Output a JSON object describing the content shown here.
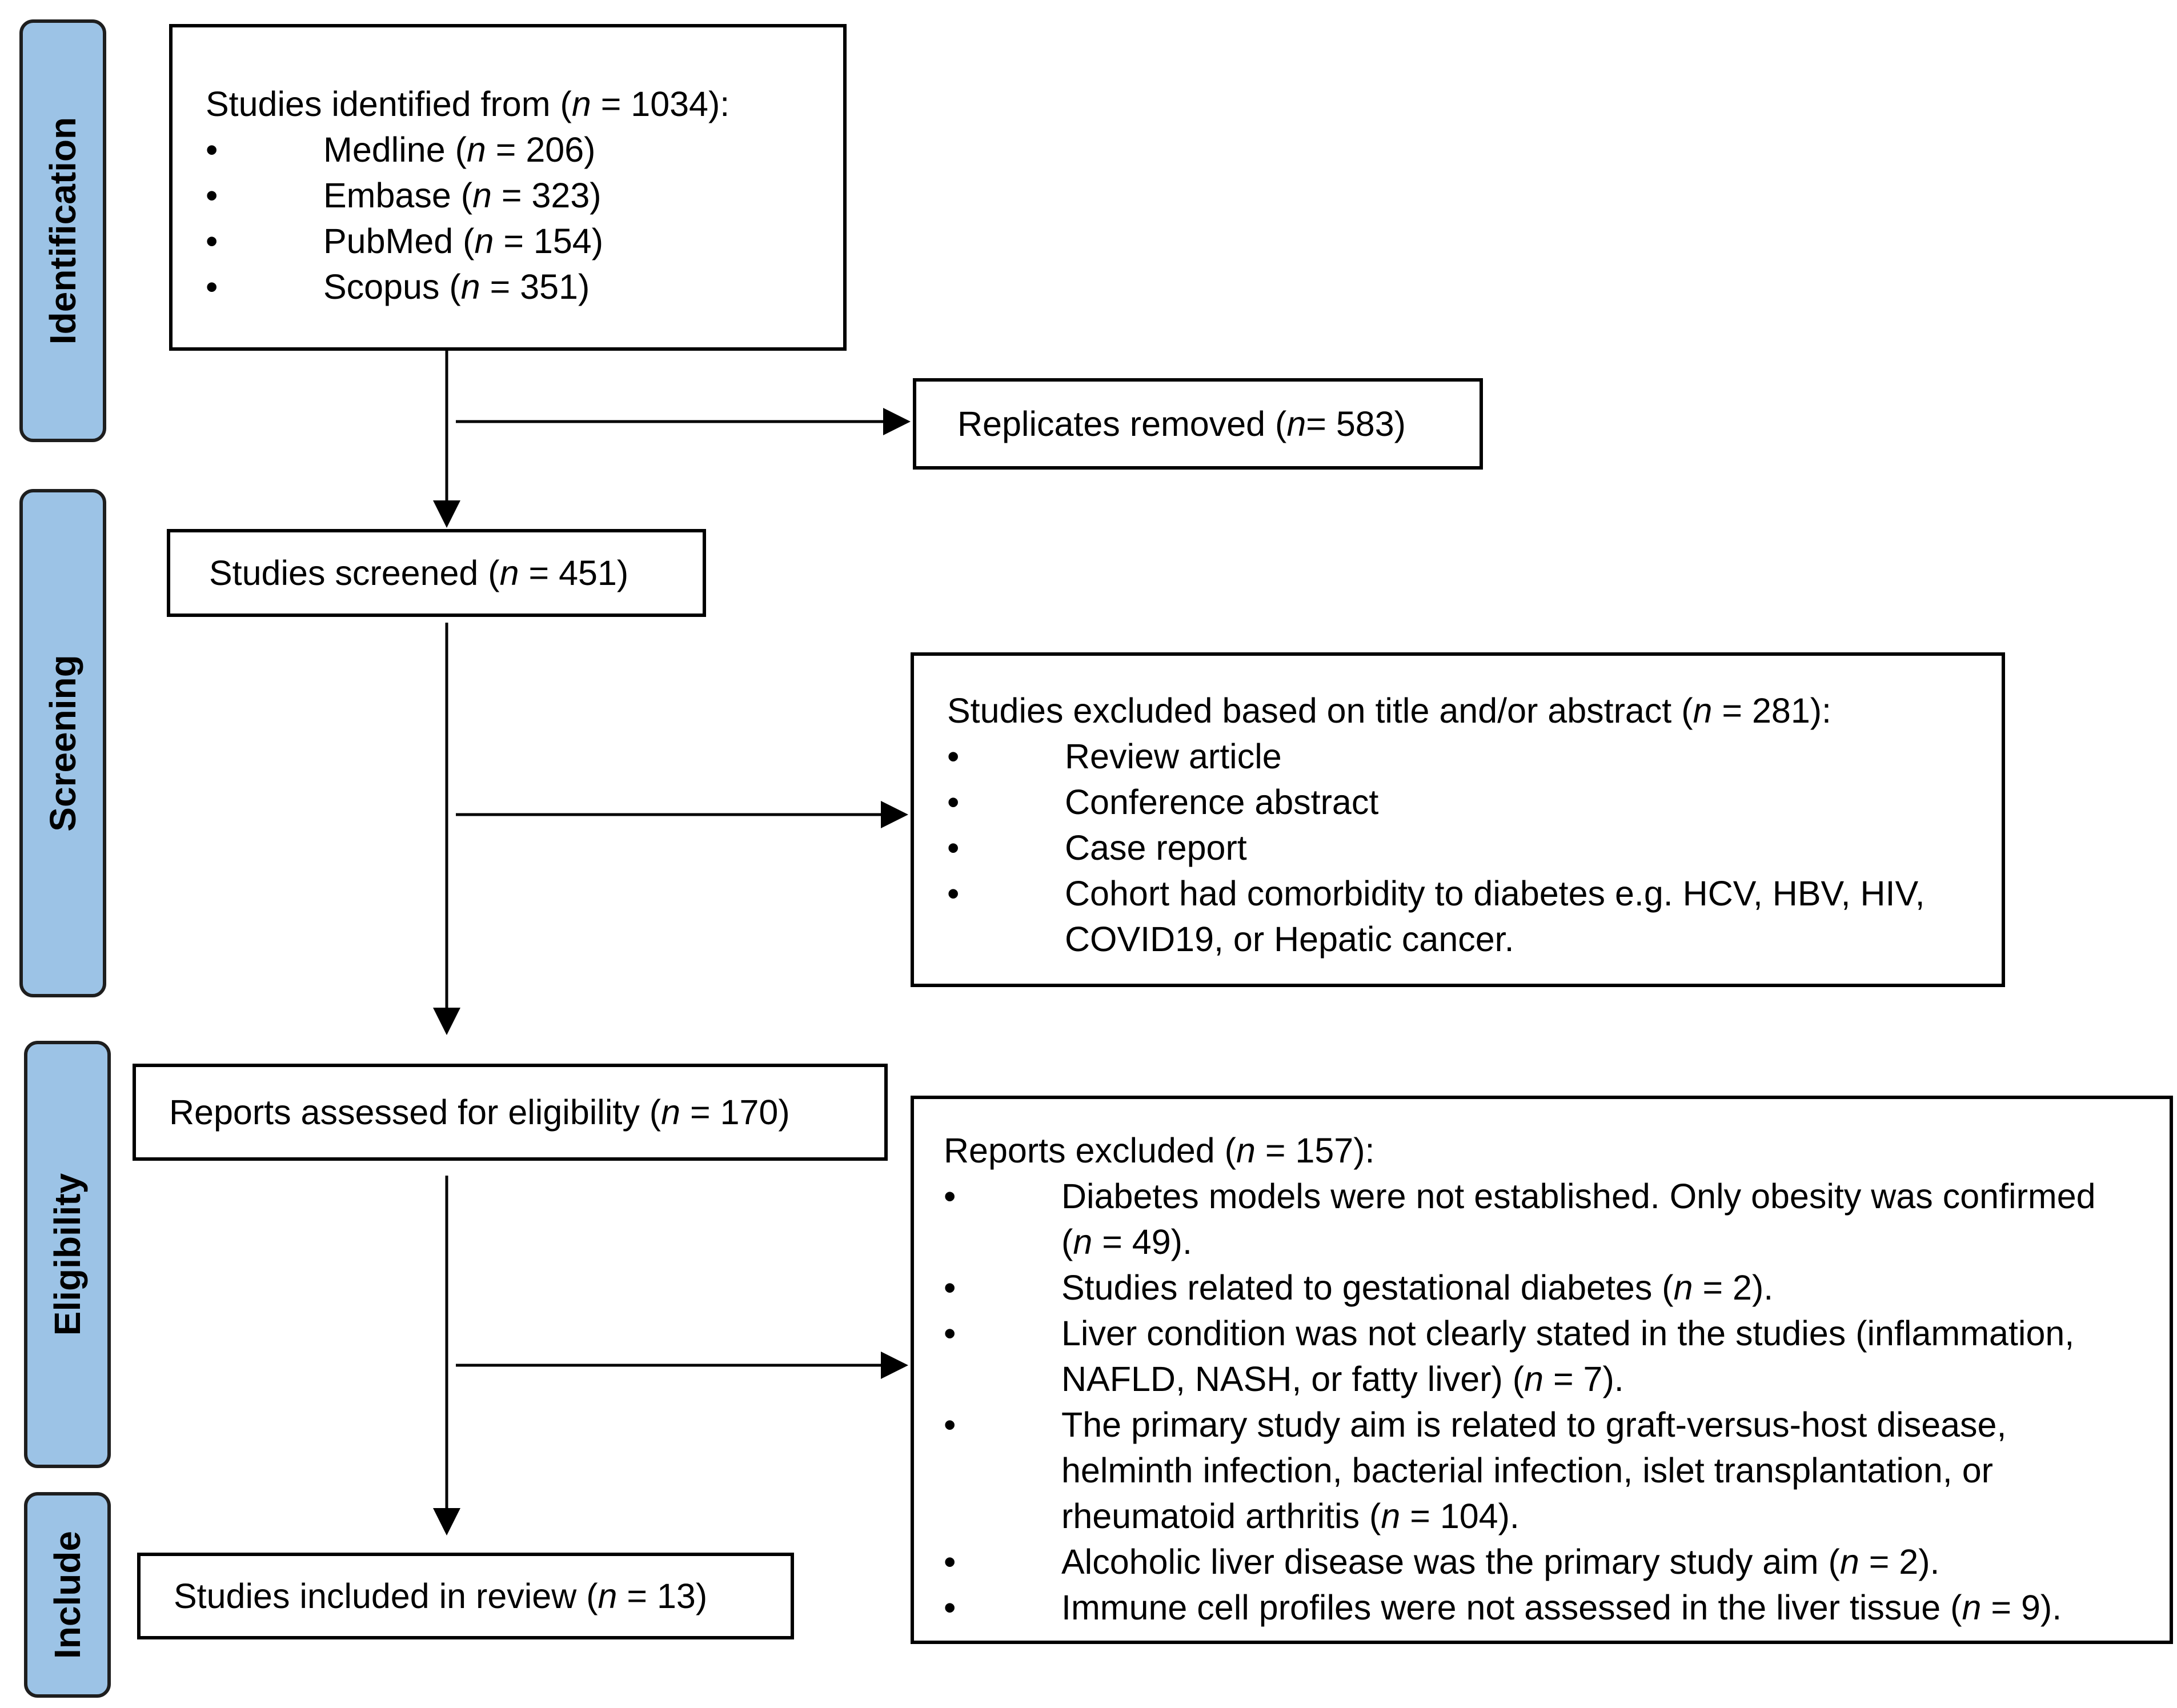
{
  "phases": {
    "identification": "Identification",
    "screening": "Screening",
    "eligibility": "Eligibility",
    "include": "Include"
  },
  "identified": {
    "heading": "Studies identified from (n = 1034):",
    "items": [
      "Medline (n = 206)",
      "Embase (n = 323)",
      "PubMed (n = 154)",
      "Scopus (n = 351)"
    ]
  },
  "replicates": "Replicates removed (n= 583)",
  "screened": "Studies screened (n = 451)",
  "excluded_title": {
    "heading": "Studies excluded based on title and/or abstract (n = 281):",
    "items": [
      [
        "Review article"
      ],
      [
        "Conference abstract"
      ],
      [
        "Case report"
      ],
      [
        "Cohort had comorbidity to diabetes e.g. HCV, HBV, HIV,",
        "COVID19, or Hepatic cancer."
      ]
    ]
  },
  "assessed": "Reports assessed for eligibility (n = 170)",
  "reports_excluded": {
    "heading": "Reports excluded (n = 157):",
    "items": [
      [
        "Diabetes models were not established. Only obesity was confirmed",
        "(n = 49)."
      ],
      [
        "Studies related to gestational diabetes (n = 2)."
      ],
      [
        "Liver condition was not clearly stated in the studies (inflammation,",
        "NAFLD, NASH, or fatty liver) (n = 7)."
      ],
      [
        "The primary study aim is related to graft-versus-host disease,",
        "helminth infection, bacterial infection, islet transplantation, or",
        "rheumatoid arthritis (n = 104)."
      ],
      [
        "Alcoholic liver disease was the primary study aim (n = 2)."
      ],
      [
        "Immune cell profiles were not assessed in the liver tissue (n = 9)."
      ]
    ]
  },
  "included": "Studies included in review (n = 13)"
}
